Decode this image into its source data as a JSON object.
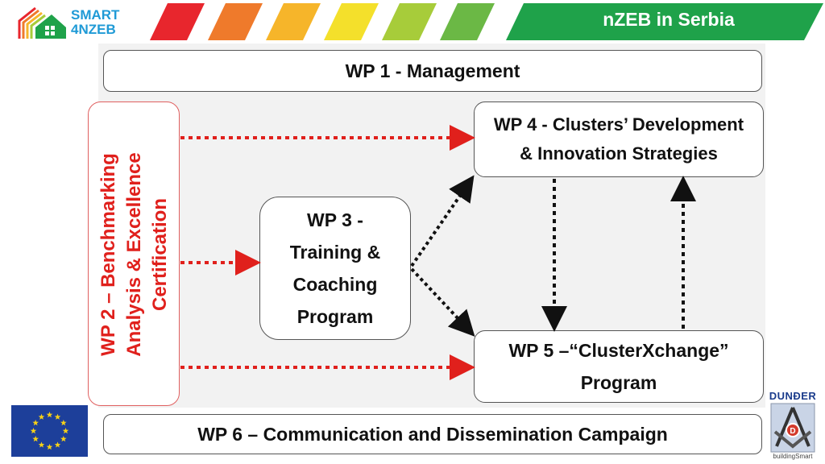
{
  "header": {
    "logo": {
      "line1": "SMART",
      "line2": "4NZEB"
    },
    "title": "nZEB in Serbia",
    "stripe_colors": [
      "#e8262d",
      "#ef7a2b",
      "#f6b52a",
      "#f4e02b",
      "#a7cc3a",
      "#6bb845",
      "#1fa24a"
    ]
  },
  "diagram": {
    "wp1": "WP 1 - Management",
    "wp2": {
      "lines": [
        "WP 2 – Benchmarking",
        "Analysis & Excellence",
        "Certification"
      ]
    },
    "wp3": {
      "lines": [
        "WP 3 -",
        "Training &",
        "Coaching",
        "Program"
      ]
    },
    "wp4": {
      "lines": [
        "WP 4 - Clusters’ Development",
        "& Innovation Strategies"
      ]
    },
    "wp5": {
      "lines": [
        "WP 5 –“ClusterXchange”",
        "Program"
      ]
    },
    "wp6": "WP 6 – Communication and Dissemination Campaign",
    "colors": {
      "red_arrow": "#e0201c",
      "black_arrow": "#111111",
      "wp2_text": "#e0201c"
    }
  },
  "footer": {
    "eu_flag_icon": "eu-flag-icon",
    "partner_logo": {
      "title": "DUNĐER",
      "subtitle": "buildingSmart"
    }
  }
}
